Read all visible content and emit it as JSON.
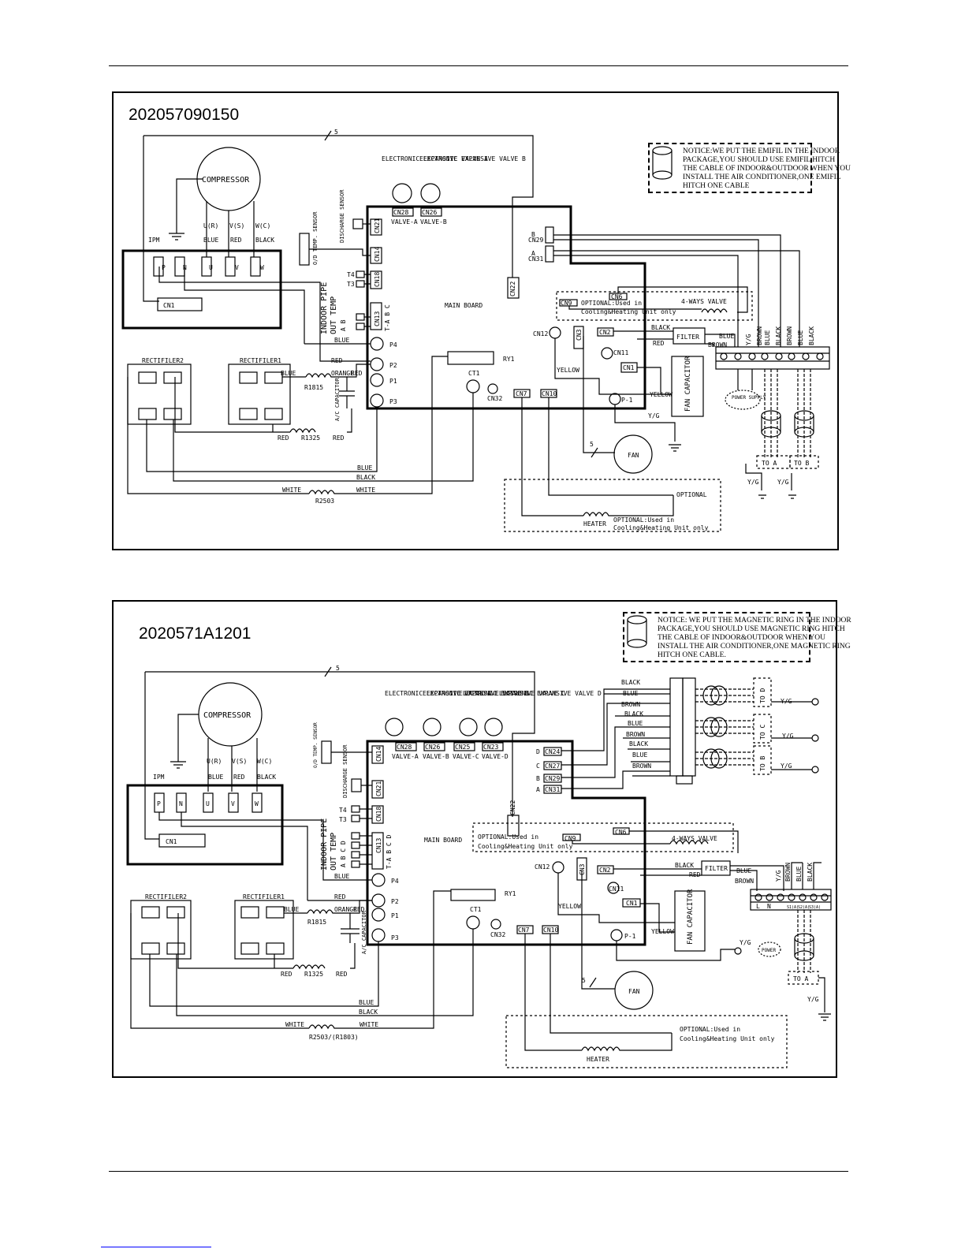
{
  "diagram1": {
    "title": "202057090150",
    "notice": [
      "NOTICE:WE PUT THE EMIFIL IN THE INDOOR",
      "PACKAGE,YOU SHOULD USE EMIFIL HITCH",
      "THE CABLE OF INDOOR&OUTDOOR WHEN YOU",
      "INSTALL THE AIR CONDITIONER,ONE EMIFIL",
      "HITCH ONE CABLE"
    ],
    "labels": {
      "compressor": "COMPRESSOR",
      "ipm": "IPM",
      "u": "U(R)",
      "v": "V(S)",
      "w": "W(C)",
      "blue": "BLUE",
      "red": "RED",
      "black": "BLACK",
      "white": "WHITE",
      "orange": "ORANGE",
      "yellow": "YELLOW",
      "brown": "BROWN",
      "yg": "Y/G",
      "p": "P",
      "n": "N",
      "uu": "U",
      "vv": "V",
      "ww": "W",
      "cn1": "CN1",
      "eev_a": "ELECTRONIC EXPANSIVE VALVE A",
      "eev_b": "ELECTRONIC EXPANSIVE VALVE B",
      "cn28": "CN28",
      "cn26": "CN26",
      "valve_a": "VALVE-A",
      "valve_b": "VALVE-B",
      "discharge": "DISCHARGE SENSOR",
      "odtemp": "O/D TEMP. SENSOR",
      "cn21": "CN21",
      "cn14": "CN14",
      "cn18": "CN18",
      "cn13": "CN13",
      "t4": "T4",
      "t3": "T3",
      "indoor_pipe": "INDOOR PIPE",
      "out_temp": "OUT TEMP",
      "ab": "A B",
      "tabc": "T-A B C",
      "p4": "P4",
      "p2": "P2",
      "p1": "P1",
      "p3": "P3",
      "main_board": "MAIN BOARD",
      "cn22": "CN22",
      "b": "B",
      "a": "A",
      "cn29": "CN29",
      "cn31": "CN31",
      "cn6": "CN6",
      "cn9": "CN9",
      "optional_used": "OPTIONAL:Used in",
      "cooling_heating": "Cooling&Heating   Unit only",
      "four_way": "4-WAYS VALVE",
      "cn12": "CN12",
      "cn3": "CN3",
      "cn2": "CN2",
      "cn11": "CN11",
      "cn1b": "CN1",
      "filter": "FILTER",
      "fan_capacitor": "FAN CAPACITOR",
      "ry1": "RY1",
      "ct1": "CT1",
      "cn32": "CN32",
      "cn7": "CN7",
      "cn10": "CN10",
      "p_1": "P-1",
      "rect2": "RECTIFILER2",
      "rect1": "RECTIFILER1",
      "r1815": "R1815",
      "r1325": "R1325",
      "r2503": "R2503",
      "ac_capacitor": "A/C CAPACITOR",
      "fan": "FAN",
      "heater": "HEATER",
      "optional": "OPTIONAL",
      "power_supply": "POWER SUPPLY",
      "to_a": "TO A",
      "to_b": "TO B",
      "five": "5"
    }
  },
  "diagram2": {
    "title": "2020571A1201",
    "notice": [
      "NOTICE: WE PUT THE MAGNETIC RING IN THE INDOOR",
      "PACKAGE,YOU SHOULD USE MAGNETIC RING HITCH",
      "THE CABLE OF INDOOR&OUTDOOR WHEN YOU",
      "INSTALL THE AIR CONDITIONER,ONE MAGNETIC RING",
      "HITCH ONE CABLE."
    ],
    "labels": {
      "eev_c": "ELECTRONIC EXPANSIVE VALVE C",
      "eev_d": "ELECTRONIC EXPANSIVE VALVE D",
      "cn25": "CN25",
      "cn23": "CN23",
      "valve_c": "VALVE-C",
      "valve_d": "VALVE-D",
      "abcd": "A B C D",
      "tabcd": "T-A B C D",
      "d": "D",
      "c": "C",
      "cn24": "CN24",
      "cn27": "CN27",
      "to_c": "TO C",
      "to_d": "TO D",
      "power": "POWER",
      "cooling_heating2": "Cooling&Heating Unit only",
      "r2503b": "R2503/(R1803)",
      "l": "L",
      "n": "N",
      "s1": "S1(A)",
      "s2": "S2(A)",
      "s3": "S3(A)"
    }
  }
}
